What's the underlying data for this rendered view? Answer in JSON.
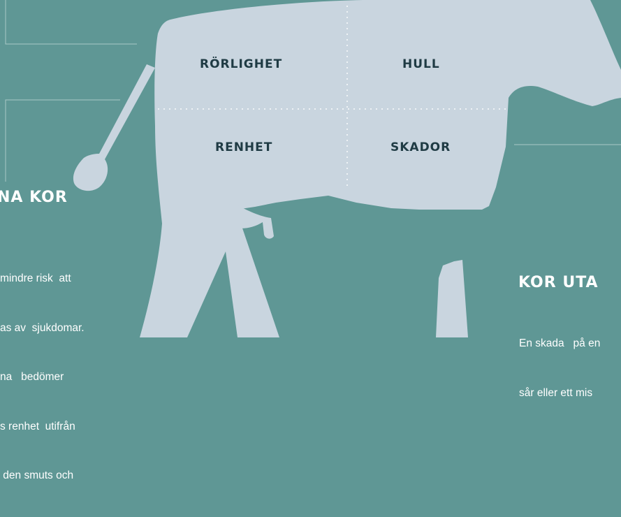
{
  "zones": {
    "rorlighet": "RÖRLIGHET",
    "hull": "HULL",
    "renhet": "RENHET",
    "skador": "SKADOR"
  },
  "left_section": {
    "heading": "NA KOR",
    "lines": [
      "mindre risk  att",
      "as av  sjukdomar.",
      "na   bedömer",
      "s renhet  utifrån",
      " den smuts och"
    ]
  },
  "right_section": {
    "heading": "KOR UTA",
    "lines": [
      "En skada   på en",
      "sår eller ett mis"
    ]
  },
  "colors": {
    "background": "#5f9795",
    "cow": "#c9d5df",
    "label": "#1f3b44",
    "text": "#ffffff"
  }
}
